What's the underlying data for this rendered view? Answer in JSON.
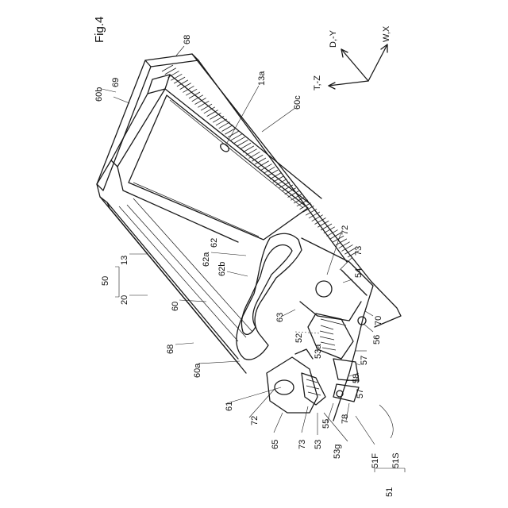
{
  "figure": {
    "title": "Fig.4"
  },
  "axes": {
    "d_y": "D,-Y",
    "w_x": "W,X",
    "t_z": "T,-Z"
  },
  "labels": {
    "l68_top": "68",
    "l69": "69",
    "l60b": "60b",
    "l13a": "13a",
    "l60c": "60c",
    "l50": "50",
    "l13": "13",
    "l20": "20",
    "l62": "62",
    "l62a": "62a",
    "l62b": "62b",
    "l60": "60",
    "l68_bottom": "68",
    "l63": "63",
    "l60a": "60a",
    "l72_right": "72",
    "l73_right": "73",
    "l54": "54",
    "l70": "70",
    "l56": "56",
    "l52": "52",
    "l53a": "53a",
    "l57_upper": "57",
    "l58": "58",
    "l57_lower": "57",
    "l61": "61",
    "l72_left": "72",
    "l78": "78",
    "l55": "55",
    "l65": "65",
    "l73_left": "73",
    "l53": "53",
    "l53g": "53g",
    "l51F": "51F",
    "l51S": "51S",
    "l51": "51"
  }
}
